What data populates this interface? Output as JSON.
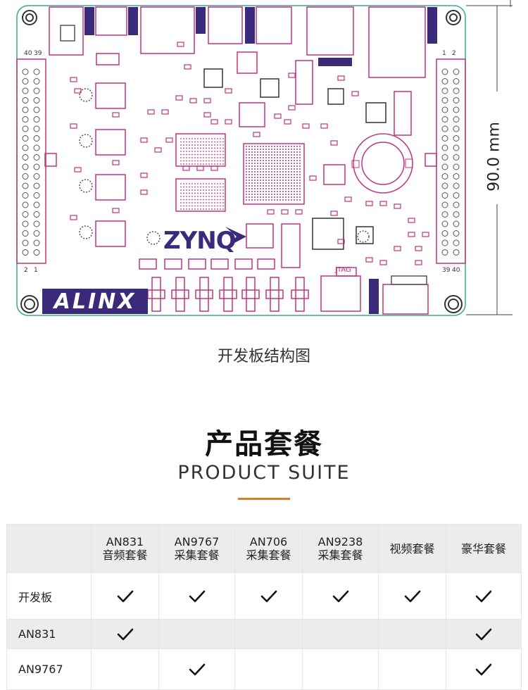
{
  "board": {
    "dimension_label": "90.0 mm",
    "logo_text": "ALINX",
    "chip_text": "ZYNQ",
    "header_left_top": "40",
    "header_left_top2": "39",
    "header_left_bottom": "2",
    "header_left_bottom2": "1",
    "header_right_top": "1",
    "header_right_top2": "2",
    "header_right_bottom": "39",
    "header_right_bottom2": "40",
    "jtag_label": "JTAG",
    "caption": "开发板结构图"
  },
  "section": {
    "title": "产品套餐",
    "subtitle": "PRODUCT SUITE"
  },
  "colors": {
    "pcb_outline": "#3aa88a",
    "component": "#c0347d",
    "brand": "#3b2a7a",
    "accent_bar": "#e27b22"
  },
  "table": {
    "columns": [
      {
        "line1": "AN831",
        "line2": "音频套餐"
      },
      {
        "line1": "AN9767",
        "line2": "采集套餐"
      },
      {
        "line1": "AN706",
        "line2": "采集套餐"
      },
      {
        "line1": "AN9238",
        "line2": "采集套餐"
      },
      {
        "line1": "视频套餐",
        "line2": ""
      },
      {
        "line1": "豪华套餐",
        "line2": ""
      }
    ],
    "rows": [
      {
        "label": "开发板",
        "checks": [
          true,
          true,
          true,
          true,
          true,
          true
        ]
      },
      {
        "label": "AN831",
        "checks": [
          true,
          false,
          false,
          false,
          false,
          true
        ]
      },
      {
        "label": "AN9767",
        "checks": [
          false,
          true,
          false,
          false,
          false,
          true
        ]
      }
    ]
  }
}
